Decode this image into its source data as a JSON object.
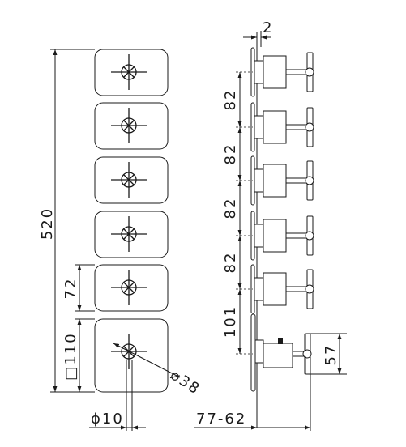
{
  "dimensions": {
    "overall_height": "520",
    "plate_height": "72",
    "square_size": "110",
    "square_symbol": "□",
    "rod_diameter": "ϕ10",
    "rosette_diameter": "⌀38",
    "wall_thickness": "2",
    "pitch_1": "82",
    "pitch_2": "82",
    "pitch_3": "82",
    "pitch_4": "82",
    "pitch_5": "101",
    "handle_height": "57",
    "projection": "77-62"
  },
  "valve_count": 6
}
